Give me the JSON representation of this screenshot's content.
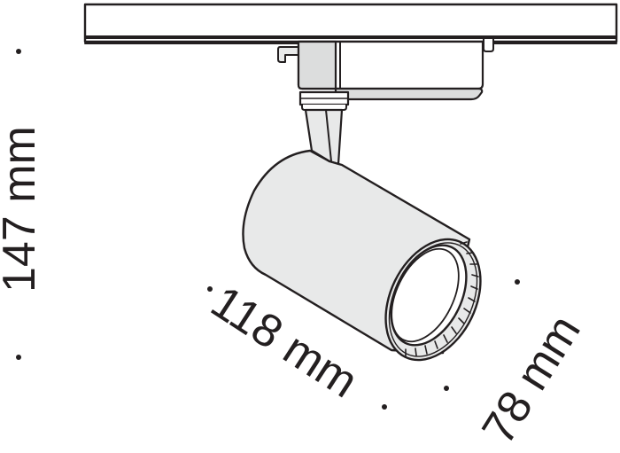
{
  "diagram": {
    "subject": "Track spotlight with cylindrical head mounted on rail adapter",
    "colors": {
      "stroke": "#231f20",
      "fill_body": "#e8e9e9",
      "fill_white": "#ffffff",
      "fill_adapter": "#dcdddd"
    },
    "dimensions": {
      "height": {
        "value": 147,
        "unit": "mm",
        "label": "147 mm"
      },
      "length": {
        "value": 118,
        "unit": "mm",
        "label": "118 mm"
      },
      "diameter": {
        "value": 78,
        "unit": "mm",
        "label": "78 mm"
      }
    },
    "parts": [
      "track-rail",
      "track-adapter",
      "swivel-joint",
      "lamp-arm",
      "lamp-head",
      "lens",
      "lens-ring"
    ]
  }
}
